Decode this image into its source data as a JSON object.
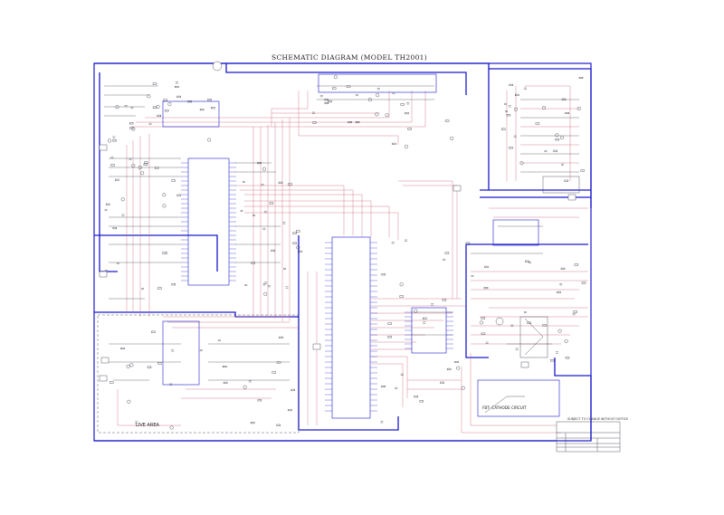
{
  "title": "SCHEMATIC DIAGRAM      (MODEL TH2001)",
  "labels": {
    "live_area": "LIVE AREA",
    "fbt_circuit": "FBT- CATHODE CIRCUIT",
    "subject_note": "SUBJECT TO CHANGE WITHOUT NOTICE"
  },
  "colors": {
    "wire_blue": "#1a1acc",
    "wire_red": "#cc6677",
    "wire_dark": "#333344",
    "background": "#ffffff"
  }
}
